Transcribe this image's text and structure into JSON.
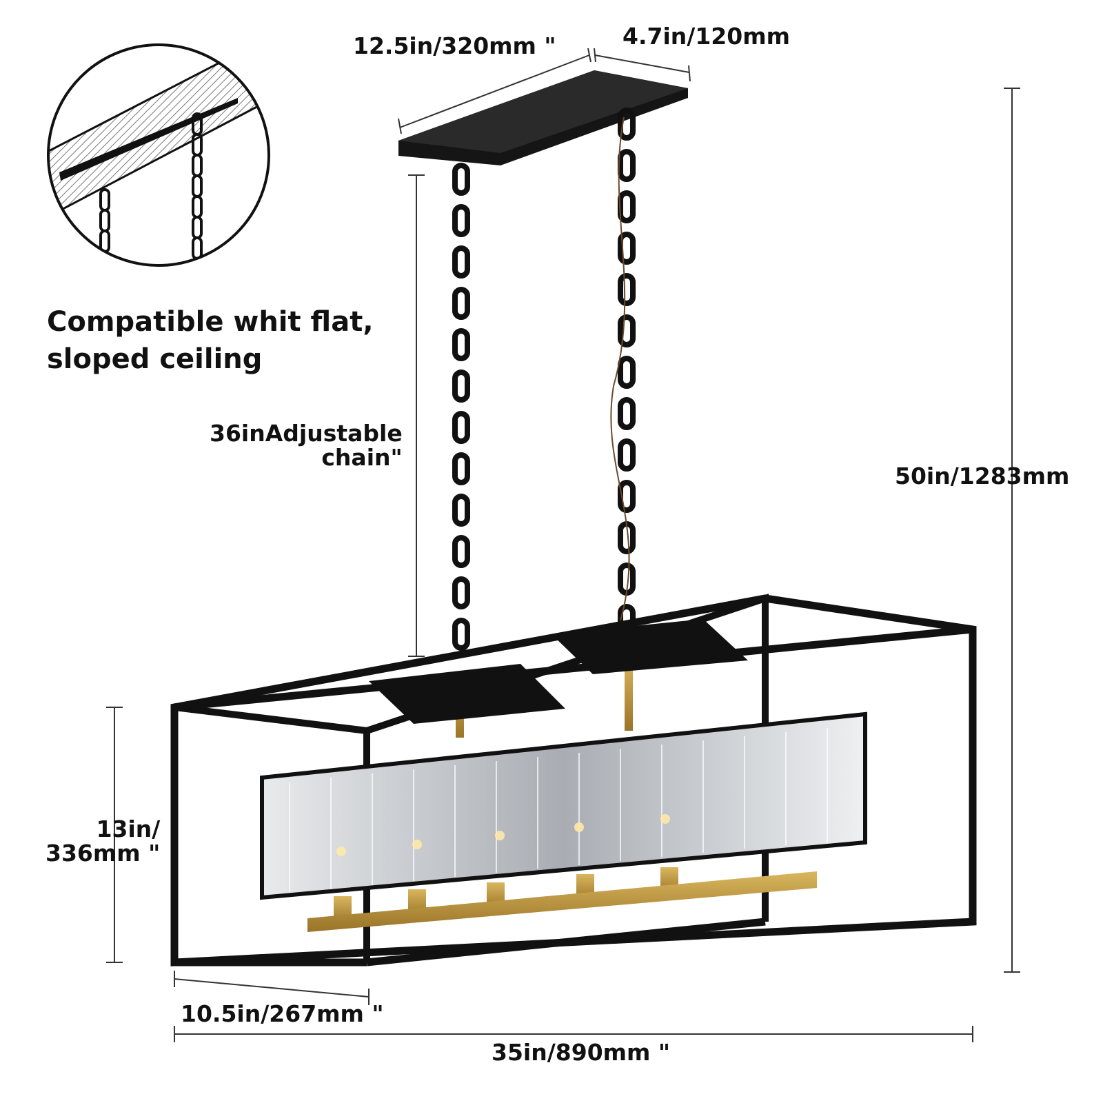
{
  "dimensions": {
    "top_length": "12.5in/320mm \"",
    "top_width": "4.7in/120mm",
    "overall_height": "50in/1283mm",
    "chain_line1": "36inAdjustable",
    "chain_line2": "chain\"",
    "body_height_line1": "13in/",
    "body_height_line2": "336mm \"",
    "depth": "10.5in/267mm \"",
    "width": "35in/890mm \""
  },
  "ceiling_note": {
    "line1": "Compatible whit flat,",
    "line2": "sloped ceiling"
  },
  "colors": {
    "frame": "#111111",
    "brass": "#b8923a",
    "crystal": "#c9ccd0",
    "dimension_line": "#333333"
  }
}
